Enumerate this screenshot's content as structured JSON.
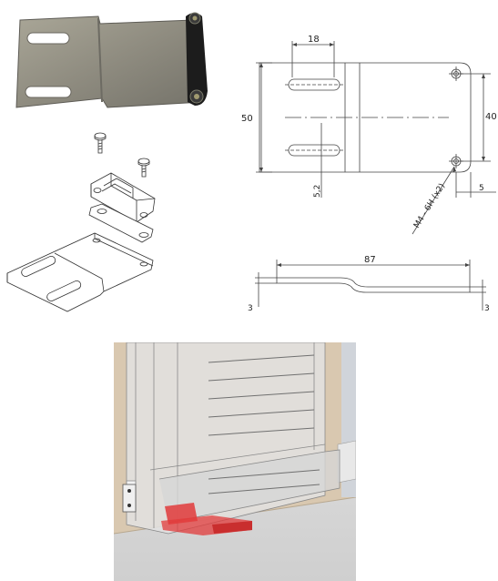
{
  "top_view": {
    "dim_slot_spacing": "18",
    "dim_height": "50",
    "dim_hole_spacing": "40",
    "dim_slot_offset": "5,2",
    "dim_hole_edge": "5",
    "thread_note": "M4 - 6H (x2)"
  },
  "side_view": {
    "dim_length": "87",
    "dim_left_thickness": "3",
    "dim_right_thickness": "3"
  },
  "colors": {
    "photo_metal": "#8d8a7e",
    "pad_dark": "#1c1c1c",
    "install_highlight": "#e23b3b",
    "wall": "#d9c8b0",
    "floor": "#dcdcdc"
  }
}
